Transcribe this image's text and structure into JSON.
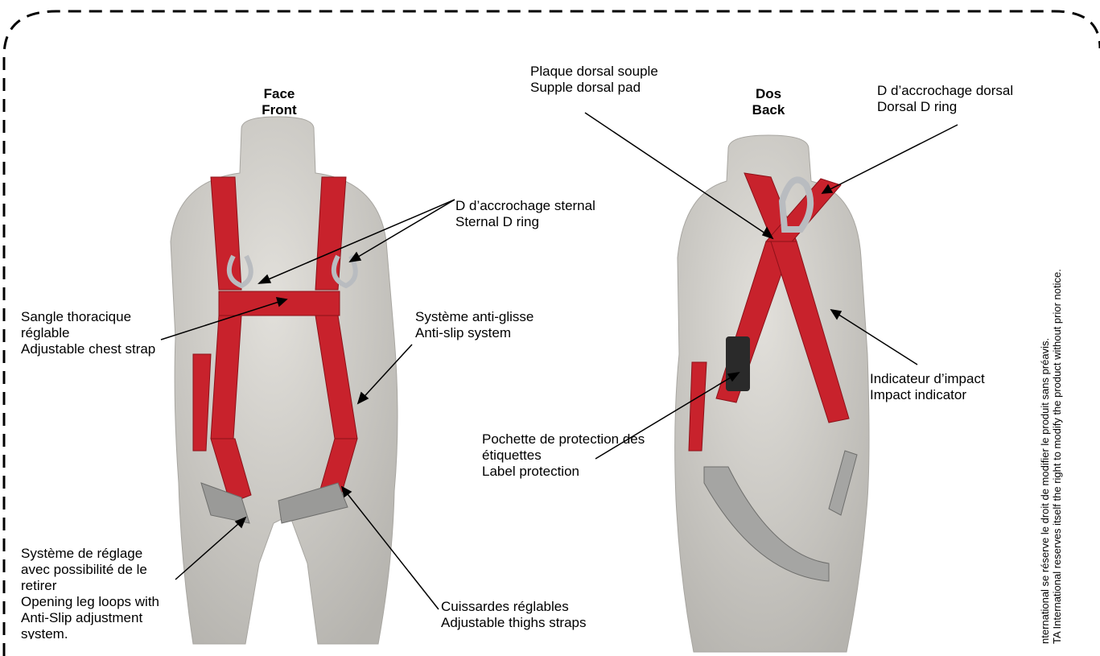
{
  "front_heading": {
    "fr": "Face",
    "en": "Front"
  },
  "back_heading": {
    "fr": "Dos",
    "en": "Back"
  },
  "callouts": {
    "dorsal_pad": {
      "fr": "Plaque dorsal souple",
      "en": "Supple dorsal pad"
    },
    "dorsal_ring": {
      "fr": "D d’accrochage dorsal",
      "en": "Dorsal D ring"
    },
    "sternal_ring": {
      "fr": "D d’accrochage sternal",
      "en": "Sternal D ring"
    },
    "chest_strap": {
      "fr1": "Sangle thoracique",
      "fr2": "réglable",
      "en": "Adjustable chest strap"
    },
    "anti_slip": {
      "fr": "Système anti-glisse",
      "en": "Anti-slip system"
    },
    "impact_indicator": {
      "fr": "Indicateur d’impact",
      "en": "Impact indicator"
    },
    "label_protection": {
      "fr1": "Pochette de protection des",
      "fr2": "étiquettes",
      "en": "Label protection"
    },
    "leg_loops": {
      "fr1": "Système de réglage",
      "fr2": "avec possibilité de le",
      "fr3": "retirer",
      "en1": "Opening leg loops with",
      "en2": "Anti-Slip adjustment",
      "en3": "system."
    },
    "thigh_straps": {
      "fr": "Cuissardes réglables",
      "en": "Adjustable thighs straps"
    }
  },
  "side_note": {
    "fr": "nternational se réserve le droit de modifier le produit sans préavis.",
    "en": "TA International reserves itself the right to modify the product without prior notice."
  },
  "colors": {
    "harness_red": "#c8222c",
    "mannequin_grey": "#d4d2cd",
    "webbing_grey": "#9a9a98",
    "border": "#000000"
  },
  "icons": {
    "front_figure": "harness-front-photo",
    "back_figure": "harness-back-photo"
  }
}
